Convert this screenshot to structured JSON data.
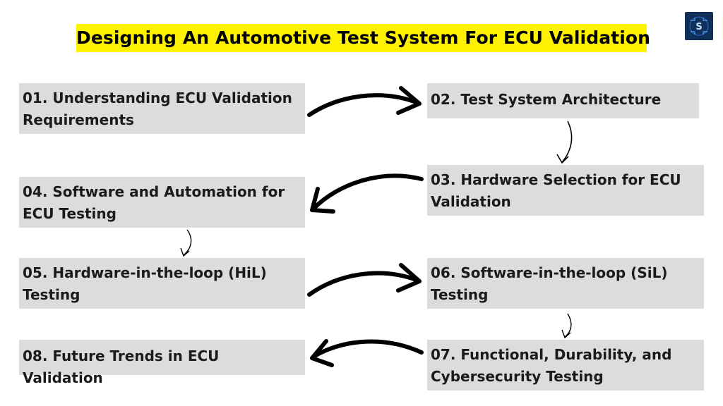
{
  "title": "Designing An Automotive Test System For ECU Validation",
  "logo_icon": "circuit-logo-icon",
  "steps": [
    {
      "label": "01. Understanding ECU Validation Requirements"
    },
    {
      "label": "02. Test System Architecture"
    },
    {
      "label": "03. Hardware Selection for ECU Validation"
    },
    {
      "label": "04. Software and Automation for ECU Testing"
    },
    {
      "label": "05. Hardware-in-the-loop (HiL) Testing"
    },
    {
      "label": "06. Software-in-the-loop (SiL) Testing"
    },
    {
      "label": "07. Functional, Durability, and Cybersecurity Testing"
    },
    {
      "label": "08. Future Trends in ECU Validation"
    }
  ],
  "colors": {
    "title_highlight": "#fff200",
    "box_fill": "#dcdcdc",
    "arrow": "#000000",
    "logo_background": "#123a6b",
    "logo_accent": "#4fa3ff"
  }
}
